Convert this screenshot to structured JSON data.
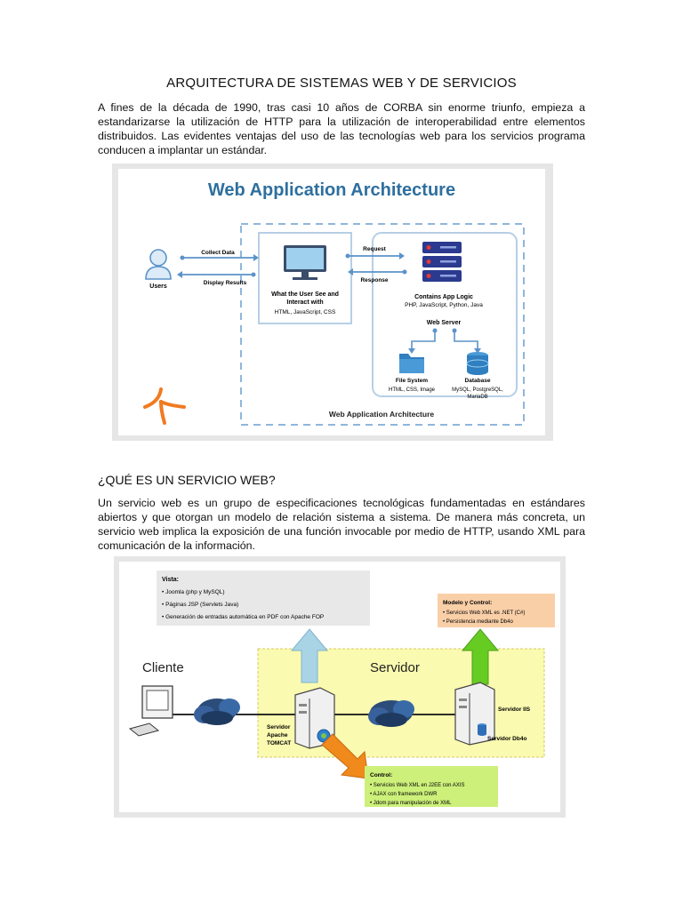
{
  "document": {
    "title": "ARQUITECTURA DE SISTEMAS WEB Y DE SERVICIOS",
    "intro_paragraph": "A fines de la década de 1990, tras casi 10 años de CORBA sin enorme triunfo, empieza a estandarizarse la utilización de HTTP para la utilización de interoperabilidad entre elementos distribuidos. Las evidentes ventajas del uso de las tecnologías web para los servicios programa conducen a implantar un estándar.",
    "section_heading": "¿QUÉ ES UN SERVICIO WEB?",
    "section_paragraph": "Un servicio web es un grupo de especificaciones tecnológicas fundamentadas en estándares abiertos y que otorgan un modelo de relación sistema a sistema. De manera más concreta, un servicio web implica la exposición de una función invocable por medio de HTTP, usando XML para comunicación de la información."
  },
  "figure1": {
    "title": "Web Application Architecture",
    "users_label": "Users",
    "collect_data": "Collect Data",
    "display_results": "Display Results",
    "browser_label_line1": "What the User See and",
    "browser_label_line2": "Interact with",
    "browser_tech": "HTML, JavaScript, CSS",
    "request": "Request",
    "response": "Response",
    "app_logic": "Contains App Logic",
    "app_tech": "PHP, JavaScript, Python, Java",
    "web_server": "Web Server",
    "file_system": "File System",
    "file_system_tech": "HTML, CSS, Image",
    "database": "Database",
    "database_tech_line1": "MySQL, PostgreSQL,",
    "database_tech_line2": "MariaDB",
    "footer_caption": "Web Application Architecture",
    "colors": {
      "title": "#2e6f9e",
      "accent": "#5b93c9",
      "logo": "#f07b22"
    }
  },
  "figure2": {
    "vista_title": "Vista:",
    "vista_items": [
      "• Joomla (php y MySQL)",
      "• Páginas JSP (Servlets Java)",
      "• Generación de entradas automática en PDF con Apache FOP"
    ],
    "modelo_title": "Modelo y Control:",
    "modelo_items": [
      "• Servicios Web XML es .NET (C#)",
      "• Persistencia mediante Db4o"
    ],
    "cliente_label": "Cliente",
    "servidor_label": "Servidor",
    "server_apache_lines": [
      "Servidor",
      "Apache",
      "TOMCAT"
    ],
    "server_iis": "Servidor IIS",
    "server_db4o": "Servidor Db4o",
    "control_title": "Control:",
    "control_items": [
      "• Servicios Web XML en J2EE con AXIS",
      "• AJAX con framework DWR",
      "• Jdom para manipulación de XML"
    ],
    "colors": {
      "vista_bg": "#e8e8e8",
      "modelo_bg": "#f9cfa8",
      "servidor_zone": "#fafab0",
      "control_bg": "#ccf07a",
      "arrow_blue": "#a9d4e6",
      "arrow_green": "#66cc22",
      "arrow_orange": "#f08a1c"
    }
  }
}
